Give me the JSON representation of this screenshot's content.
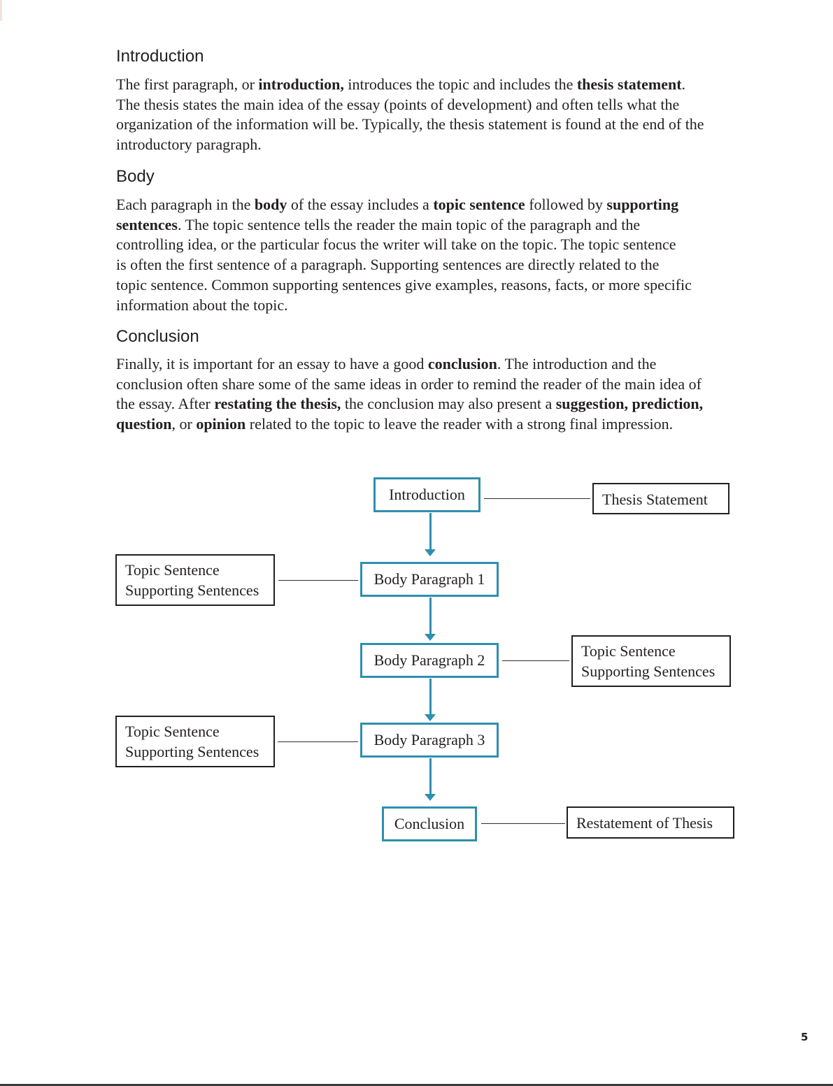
{
  "sections": {
    "introduction": {
      "heading": "Introduction",
      "lines": [
        [
          {
            "t": "The first paragraph, or "
          },
          {
            "t": "introduction,",
            "b": true
          },
          {
            "t": " introduces the topic and includes the "
          },
          {
            "t": "thesis statement",
            "b": true
          },
          {
            "t": "."
          }
        ],
        [
          {
            "t": "The thesis states the main idea of the essay (points of development) and often tells what the"
          }
        ],
        [
          {
            "t": "organization of the information will be. Typically, the thesis statement is found at the end of the"
          }
        ],
        [
          {
            "t": "introductory paragraph."
          }
        ]
      ]
    },
    "body": {
      "heading": "Body",
      "lines": [
        [
          {
            "t": "Each paragraph in the "
          },
          {
            "t": "body",
            "b": true
          },
          {
            "t": " of the essay includes a "
          },
          {
            "t": "topic sentence",
            "b": true
          },
          {
            "t": " followed by "
          },
          {
            "t": "supporting",
            "b": true
          }
        ],
        [
          {
            "t": "sentences",
            "b": true
          },
          {
            "t": ". The topic sentence tells the reader the main topic of the paragraph and the"
          }
        ],
        [
          {
            "t": "controlling idea, or the particular focus the writer will take on the topic. The topic sentence"
          }
        ],
        [
          {
            "t": "is often the first sentence of a paragraph. Supporting sentences are directly related to the"
          }
        ],
        [
          {
            "t": "topic sentence. Common supporting sentences give examples, reasons, facts, or more specific"
          }
        ],
        [
          {
            "t": "information about the topic."
          }
        ]
      ]
    },
    "conclusion": {
      "heading": "Conclusion",
      "lines": [
        [
          {
            "t": "Finally, it is important for an essay to have a good "
          },
          {
            "t": "conclusion",
            "b": true
          },
          {
            "t": ". The introduction and the"
          }
        ],
        [
          {
            "t": "conclusion often share some of the same ideas in order to remind the reader of the main idea of"
          }
        ],
        [
          {
            "t": "the essay. After "
          },
          {
            "t": "restating the thesis,",
            "b": true
          },
          {
            "t": " the conclusion may also present a "
          },
          {
            "t": "suggestion, prediction,",
            "b": true
          }
        ],
        [
          {
            "t": "question",
            "b": true
          },
          {
            "t": ", or "
          },
          {
            "t": "opinion",
            "b": true
          },
          {
            "t": " related to the topic to leave the reader with a strong final impression."
          }
        ]
      ]
    }
  },
  "diagram": {
    "introduction": "Introduction",
    "body_paragraph_1": "Body Paragraph 1",
    "body_paragraph_2": "Body Paragraph 2",
    "body_paragraph_3": "Body Paragraph 3",
    "conclusion": "Conclusion",
    "thesis_statement": "Thesis Statement",
    "topic_sentence": "Topic Sentence",
    "supporting_sentences": "Supporting Sentences",
    "restatement_of_thesis": "Restatement of Thesis",
    "colors": {
      "main_border": "#2e8fb0",
      "side_border": "#231f20"
    }
  },
  "page_number": "5"
}
